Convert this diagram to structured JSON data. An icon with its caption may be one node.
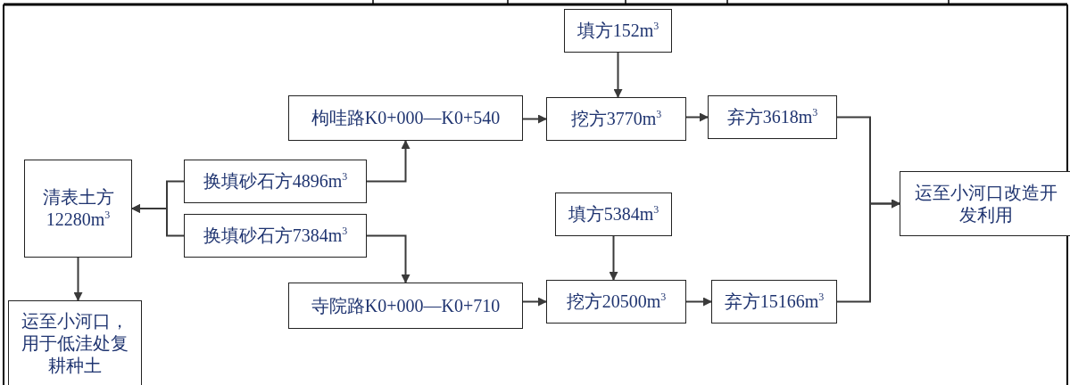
{
  "diagram": {
    "nodes": [
      {
        "text": [
          "填方152m$^{3}$"
        ]
      },
      {
        "text": [
          "枸哇路K0+000—K0+540"
        ]
      },
      {
        "text": [
          "挖方3770m$^{3}$"
        ]
      },
      {
        "text": [
          "弃方3618m$^{3}$"
        ]
      },
      {
        "text": [
          "清表土方12280m$^{3}$"
        ]
      },
      {
        "text": [
          "换填砂石方4896m$^{3}$"
        ]
      },
      {
        "text": [
          "换填砂石方7384m$^{3}$"
        ]
      },
      {
        "text": [
          "运至小河口改造开发利用"
        ]
      },
      {
        "text": [
          "填方5384m$^{3}$"
        ]
      },
      {
        "text": [
          "寺院路K0+000—K0+710"
        ]
      },
      {
        "text": [
          "挖方20500m$^{3}$"
        ]
      },
      {
        "text": [
          "弃方15166m$^{3}$"
        ]
      },
      {
        "text": [
          "运至小河口，用于低洼处复耕种土"
        ]
      }
    ],
    "edges": [
      {
        "from": 0,
        "to": 2,
        "arrow": "to"
      },
      {
        "from": 1,
        "to": 2,
        "arrow": "to"
      },
      {
        "from": 2,
        "to": 3,
        "arrow": "to"
      },
      {
        "from": 3,
        "to": 7,
        "arrow": "to"
      },
      {
        "from": 5,
        "to": 1,
        "arrow": "to"
      },
      {
        "from": 5,
        "to": 4,
        "arrow": "to"
      },
      {
        "from": 6,
        "to": 4,
        "arrow": "to"
      },
      {
        "from": 4,
        "to": 12,
        "arrow": "to"
      },
      {
        "from": 6,
        "to": 9,
        "arrow": "to"
      },
      {
        "from": 8,
        "to": 10,
        "arrow": "to"
      },
      {
        "from": 9,
        "to": 10,
        "arrow": "to"
      },
      {
        "from": 10,
        "to": 11,
        "arrow": "to"
      },
      {
        "from": 11,
        "to": 7,
        "arrow": "to"
      }
    ]
  }
}
